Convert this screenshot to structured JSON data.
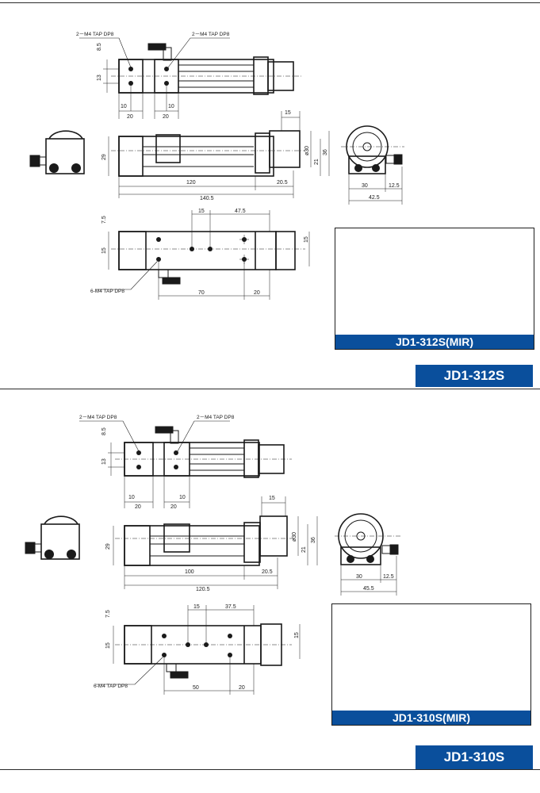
{
  "colors": {
    "accent": "#0a4f9c",
    "line": "#1a1a1a"
  },
  "top": {
    "model": "JD1-312S",
    "mir_label": "JD1-312S(MIR)",
    "tap_top_left": "2－M4 TAP DP8",
    "tap_top_right": "2－M4 TAP DP8",
    "tap_bottom": "6-M4 TAP DP8",
    "dims": {
      "top_8_5": "8.5",
      "top_13": "13",
      "top_10a": "10",
      "top_20a": "20",
      "top_10b": "10",
      "top_20b": "20",
      "side_15": "15",
      "side_29": "29",
      "side_120": "120",
      "side_20_5": "20.5",
      "side_140_5": "140.5",
      "side_phi30": "ø30",
      "side_21": "21",
      "side_36": "36",
      "end_30": "30",
      "end_12_5": "12.5",
      "end_42_5": "42.5",
      "bot_15a": "15",
      "bot_47_5": "47.5",
      "bot_7_5": "7.5",
      "bot_15b": "15",
      "bot_15c": "15",
      "bot_70": "70",
      "bot_20": "20"
    }
  },
  "bottom": {
    "model": "JD1-310S",
    "mir_label": "JD1-310S(MIR)",
    "tap_top_left": "2－M4 TAP DP8",
    "tap_top_right": "2－M4 TAP DP8",
    "tap_bottom": "6-M4 TAP DP8",
    "dims": {
      "top_8_5": "8.5",
      "top_13": "13",
      "top_10a": "10",
      "top_20a": "20",
      "top_20b": "20",
      "top_10b": "10",
      "side_15": "15",
      "side_29": "29",
      "side_100": "100",
      "side_20_5": "20.5",
      "side_120_5": "120.5",
      "side_phi30": "ø30",
      "side_21": "21",
      "side_36": "36",
      "end_30": "30",
      "end_12_5": "12.5",
      "end_45_5": "45.5",
      "bot_15a": "15",
      "bot_37_5": "37.5",
      "bot_7_5": "7.5",
      "bot_15b": "15",
      "bot_15c": "15",
      "bot_50": "50",
      "bot_20": "20"
    }
  }
}
